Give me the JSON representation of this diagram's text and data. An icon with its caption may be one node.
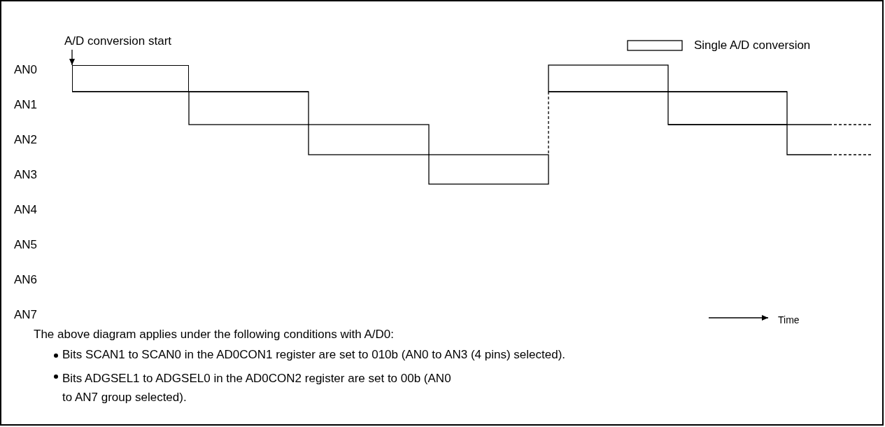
{
  "diagram": {
    "nodes": [
      {
        "text": [
          "A/D conversion start"
        ]
      },
      {
        "text": [],
        "shape": "box"
      }
    ],
    "edges": [
      {
        "from": 0,
        "to": 1,
        "arrow": "to"
      }
    ],
    "labels": [
      "AN0",
      "AN1",
      "AN2",
      "AN3",
      "AN4",
      "AN5",
      "AN6",
      "AN7",
      "Time",
      "The above diagram applies under the following conditions with A/D0:",
      "Bits SCAN1 to SCAN0 in the AD0CON1 register are set to 010b (AN0 to AN3 (4 pins) selected).",
      "Bits ADGSEL1 to ADGSEL0 in the AD0CON2 register are set to 00b (AN0 to AN7 group selected)."
    ],
    "legend": [
      {
        "text": "Single A/D conversion"
      }
    ]
  }
}
